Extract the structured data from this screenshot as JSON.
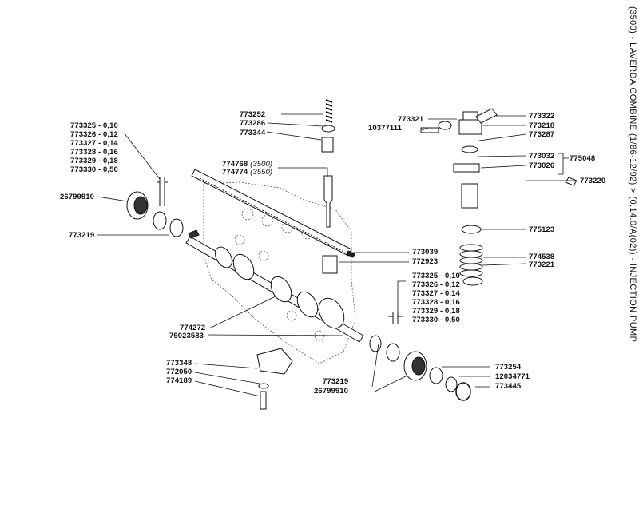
{
  "header": {
    "title": "(3500) - LAVERDA COMBINE (1/86-12/92) > (0.14.0/A(02)) - INJECTION PUMP"
  },
  "labels": {
    "shim_set_left": [
      "773325 - 0,10",
      "773326 - 0,12",
      "773327 - 0,14",
      "773328 - 0,16",
      "773329 - 0,18",
      "773330 - 0,50"
    ],
    "shim_set_right": [
      "773325 - 0,10",
      "773326 - 0,12",
      "773327 - 0,14",
      "773328 - 0,16",
      "773329 - 0,18",
      "773330 - 0,50"
    ],
    "bearing_left": "26799910",
    "seal_left": "773219",
    "spring_top": "773252",
    "retainer_top": "773286",
    "tappet_top": "773344",
    "rack_3500": "774768",
    "rack_3500_note": "(3500)",
    "rack_3550": "774774",
    "rack_3550_note": "(3550)",
    "rack_main": "773039",
    "rack_guide": "772923",
    "camshaft": "774272",
    "key": "79023583",
    "bush": "773348",
    "washer": "772050",
    "bolt": "774189",
    "seal_right": "773219",
    "bearing_right": "26799910",
    "ring_a": "773254",
    "ring_b": "12034771",
    "nut": "773445",
    "screw_top": "773321",
    "screw_small": "10377111",
    "cap": "773322",
    "valve": "773218",
    "gasket": "773287",
    "clamp_a": "773032",
    "clamp_b": "773026",
    "group": "775048",
    "plug": "773220",
    "plate": "775123",
    "spring_main": "774538",
    "spring_seat": "773221"
  }
}
